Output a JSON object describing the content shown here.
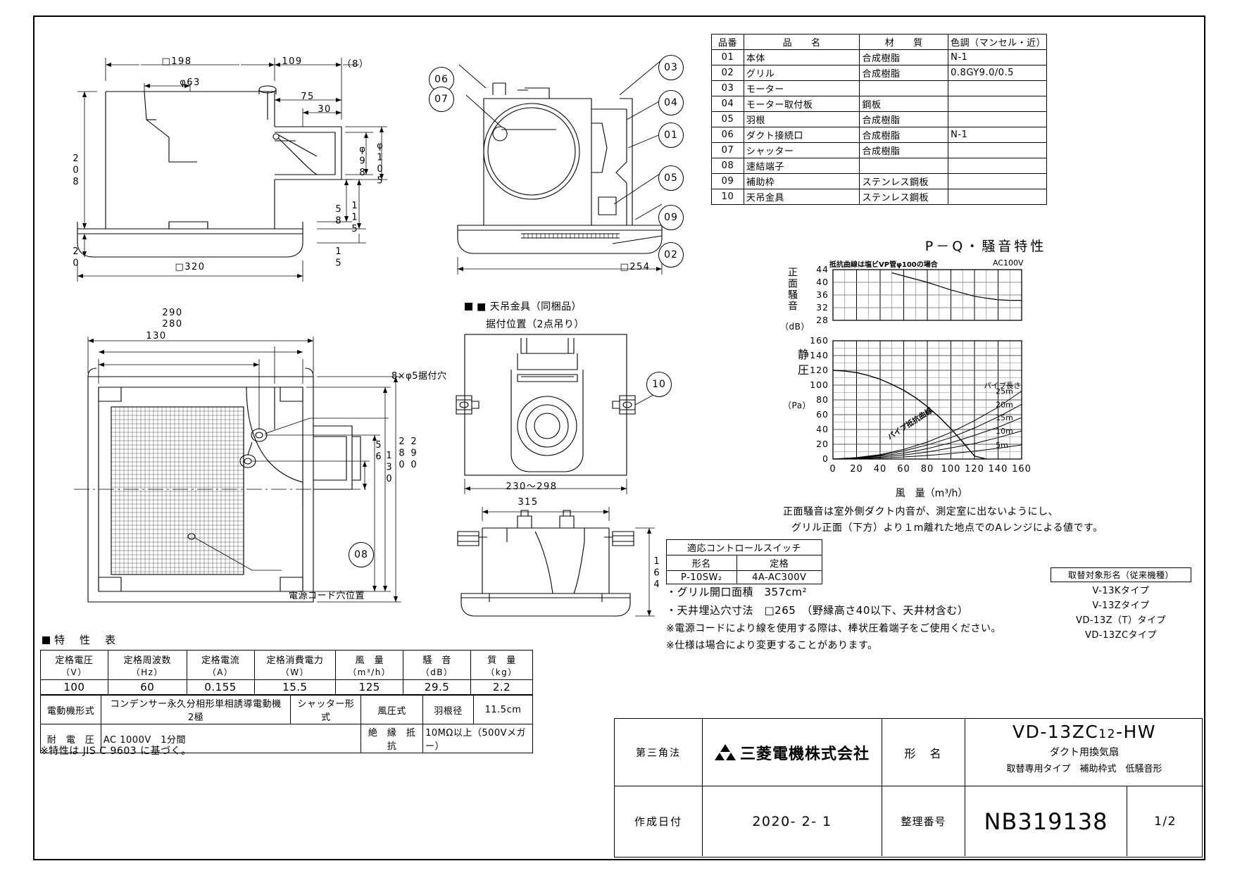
{
  "parts_table": {
    "headers": [
      "品番",
      "品　　名",
      "材　　質",
      "色調（マンセル・近）"
    ],
    "rows": [
      {
        "no": "01",
        "name": "本体",
        "material": "合成樹脂",
        "color": "N-1"
      },
      {
        "no": "02",
        "name": "グリル",
        "material": "合成樹脂",
        "color": "0.8GY9.0/0.5"
      },
      {
        "no": "03",
        "name": "モーター",
        "material": "",
        "color": ""
      },
      {
        "no": "04",
        "name": "モーター取付板",
        "material": "鋼板",
        "color": ""
      },
      {
        "no": "05",
        "name": "羽根",
        "material": "合成樹脂",
        "color": ""
      },
      {
        "no": "06",
        "name": "ダクト接続口",
        "material": "合成樹脂",
        "color": "N-1"
      },
      {
        "no": "07",
        "name": "シャッター",
        "material": "合成樹脂",
        "color": ""
      },
      {
        "no": "08",
        "name": "速結端子",
        "material": "",
        "color": ""
      },
      {
        "no": "09",
        "name": "補助枠",
        "material": "ステンレス鋼板",
        "color": ""
      },
      {
        "no": "10",
        "name": "天吊金具",
        "material": "ステンレス鋼板",
        "color": ""
      }
    ]
  },
  "balloons": [
    "01",
    "02",
    "03",
    "04",
    "05",
    "06",
    "07",
    "08",
    "09",
    "10"
  ],
  "dimensions": {
    "view1": [
      "□198",
      "109",
      "（8）",
      "φ63",
      "75",
      "30",
      "φ98",
      "φ105",
      "208",
      "58",
      "115",
      "15",
      "20",
      "□320"
    ],
    "view2": [
      "□254"
    ],
    "view3": [
      "290",
      "280",
      "130",
      "8×φ5据付穴",
      "56",
      "130",
      "280",
      "290",
      "電源コード穴位置"
    ],
    "view4": [
      "230〜298",
      "315",
      "164"
    ]
  },
  "labels": {
    "ceiling_bracket_title": "■ 天吊金具（同梱品）",
    "ceiling_bracket_sub": "据付位置（2点吊り）",
    "power_cord_hole": "電源コード穴位置",
    "mount_holes": "8×φ5据付穴",
    "char_table_title": "特　性　表"
  },
  "chart_data": {
    "type": "line",
    "title": "P－Q・騒音特性",
    "note_top_left": "抵抗曲線は塩ビVP管φ100の場合",
    "note_top_right": "AC100V",
    "xlabel": "風　量（m³/h）",
    "x_ticks": [
      0,
      20,
      40,
      60,
      80,
      100,
      120,
      140,
      160
    ],
    "xlim": [
      0,
      160
    ],
    "noise_panel": {
      "ylabel": "正面騒音",
      "yunit": "（dB）",
      "y_ticks": [
        28,
        32,
        36,
        40,
        44
      ],
      "ylim": [
        28,
        44
      ],
      "series": [
        {
          "name": "noise",
          "x": [
            50,
            60,
            70,
            80,
            90,
            100,
            110,
            120,
            130,
            140,
            150,
            160
          ],
          "y": [
            43.0,
            42.0,
            41.0,
            40.0,
            38.8,
            37.6,
            36.6,
            35.6,
            35.0,
            34.5,
            34.3,
            34.3
          ]
        }
      ]
    },
    "pressure_panel": {
      "ylabel": "静圧",
      "yunit": "（Pa）",
      "y_ticks": [
        0,
        20,
        40,
        60,
        80,
        100,
        120,
        140,
        160
      ],
      "ylim": [
        0,
        160
      ],
      "legend_title": "パイプ長さ",
      "legend_entries": [
        "25m",
        "20m",
        "15m",
        "10m",
        "5m"
      ],
      "resistance_label": "パイプ抵抗曲線",
      "pq_curve": {
        "name": "P-Q",
        "x": [
          0,
          10,
          20,
          30,
          40,
          50,
          60,
          70,
          80,
          90,
          100,
          110,
          120,
          130
        ],
        "y": [
          120,
          119,
          117,
          113,
          108,
          101,
          93,
          83,
          71,
          57,
          41,
          23,
          4,
          0
        ]
      },
      "resistance_curves": [
        {
          "name": "25m",
          "x": [
            0,
            20,
            40,
            60,
            80,
            100,
            120,
            140,
            160
          ],
          "y": [
            0,
            2,
            6,
            13,
            23,
            36,
            52,
            70,
            92
          ]
        },
        {
          "name": "20m",
          "x": [
            0,
            20,
            40,
            60,
            80,
            100,
            120,
            140,
            160
          ],
          "y": [
            0,
            1.6,
            5,
            11,
            19,
            29,
            42,
            57,
            74
          ]
        },
        {
          "name": "15m",
          "x": [
            0,
            20,
            40,
            60,
            80,
            100,
            120,
            140,
            160
          ],
          "y": [
            0,
            1.2,
            4,
            8,
            14,
            22,
            32,
            43,
            56
          ]
        },
        {
          "name": "10m",
          "x": [
            0,
            20,
            40,
            60,
            80,
            100,
            120,
            140,
            160
          ],
          "y": [
            0,
            0.8,
            2.6,
            5.5,
            9.5,
            15,
            21,
            29,
            38
          ]
        },
        {
          "name": "5m",
          "x": [
            0,
            20,
            40,
            60,
            80,
            100,
            120,
            140,
            160
          ],
          "y": [
            0,
            0.4,
            1.3,
            2.8,
            4.8,
            7.5,
            10.6,
            14.5,
            19
          ]
        }
      ]
    },
    "footnote_line1": "正面騒音は室外側ダクト内音が、測定室に出ないようにし、",
    "footnote_line2": "グリル正面（下方）より１m離れた地点でのAレンジによる値です。"
  },
  "control_switch": {
    "title": "適応コントロールスイッチ",
    "headers": [
      "形名",
      "定格"
    ],
    "rows": [
      [
        "P-10SW₂",
        "4A-AC300V"
      ]
    ]
  },
  "notes": [
    "・グリル開口面積　357cm²",
    "・天井埋込穴寸法　□265　（野縁高さ40以下、天井材含む）",
    "※電源コードにより線を使用する際は、棒状圧着端子をご使用ください。",
    "※仕様は場合により変更することがあります。"
  ],
  "replacement": {
    "title": "取替対象形名（従来機種）",
    "items": [
      "V-13Kタイプ",
      "V-13Zタイプ",
      "VD-13Z（T）タイプ",
      "VD-13ZCタイプ"
    ]
  },
  "char_table": {
    "headers": [
      {
        "l1": "定格電圧",
        "l2": "（V）"
      },
      {
        "l1": "定格周波数",
        "l2": "（Hz）"
      },
      {
        "l1": "定格電流",
        "l2": "（A）"
      },
      {
        "l1": "定格消費電力",
        "l2": "（W）"
      },
      {
        "l1": "風　量",
        "l2": "（m³/h）"
      },
      {
        "l1": "騒　音",
        "l2": "（dB）"
      },
      {
        "l1": "質　量",
        "l2": "（kg）"
      }
    ],
    "values": [
      "100",
      "60",
      "0.155",
      "15.5",
      "125",
      "29.5",
      "2.2"
    ],
    "row2": [
      {
        "label": "電動機形式",
        "value": "コンデンサー永久分相形単相誘導電動機　2極"
      },
      {
        "label": "シャッター形式",
        "value": "風圧式"
      },
      {
        "label": "羽根径",
        "value": "11.5cm"
      }
    ],
    "row3": [
      {
        "label": "耐　電　圧",
        "value": "AC 1000V　1分間"
      },
      {
        "label": "絶　縁　抵　抗",
        "value": "10MΩ以上（500Vメガー）"
      }
    ],
    "footnote": "※特性は JIS C 9603 に基づく。"
  },
  "title_block": {
    "projection_label": "第三角法",
    "company": "三菱電機株式会社",
    "model_label": "形　名",
    "model": "VD-13ZC",
    "model_sub": "12",
    "model_suffix": "-HW",
    "product_name": "ダクト用換気扇",
    "product_desc": "取替専用タイプ　補助枠式　低騒音形",
    "date_label": "作成日付",
    "date": "2020- 2- 1",
    "drawing_no_label": "整理番号",
    "drawing_no": "NB319138",
    "page": "1/2"
  }
}
